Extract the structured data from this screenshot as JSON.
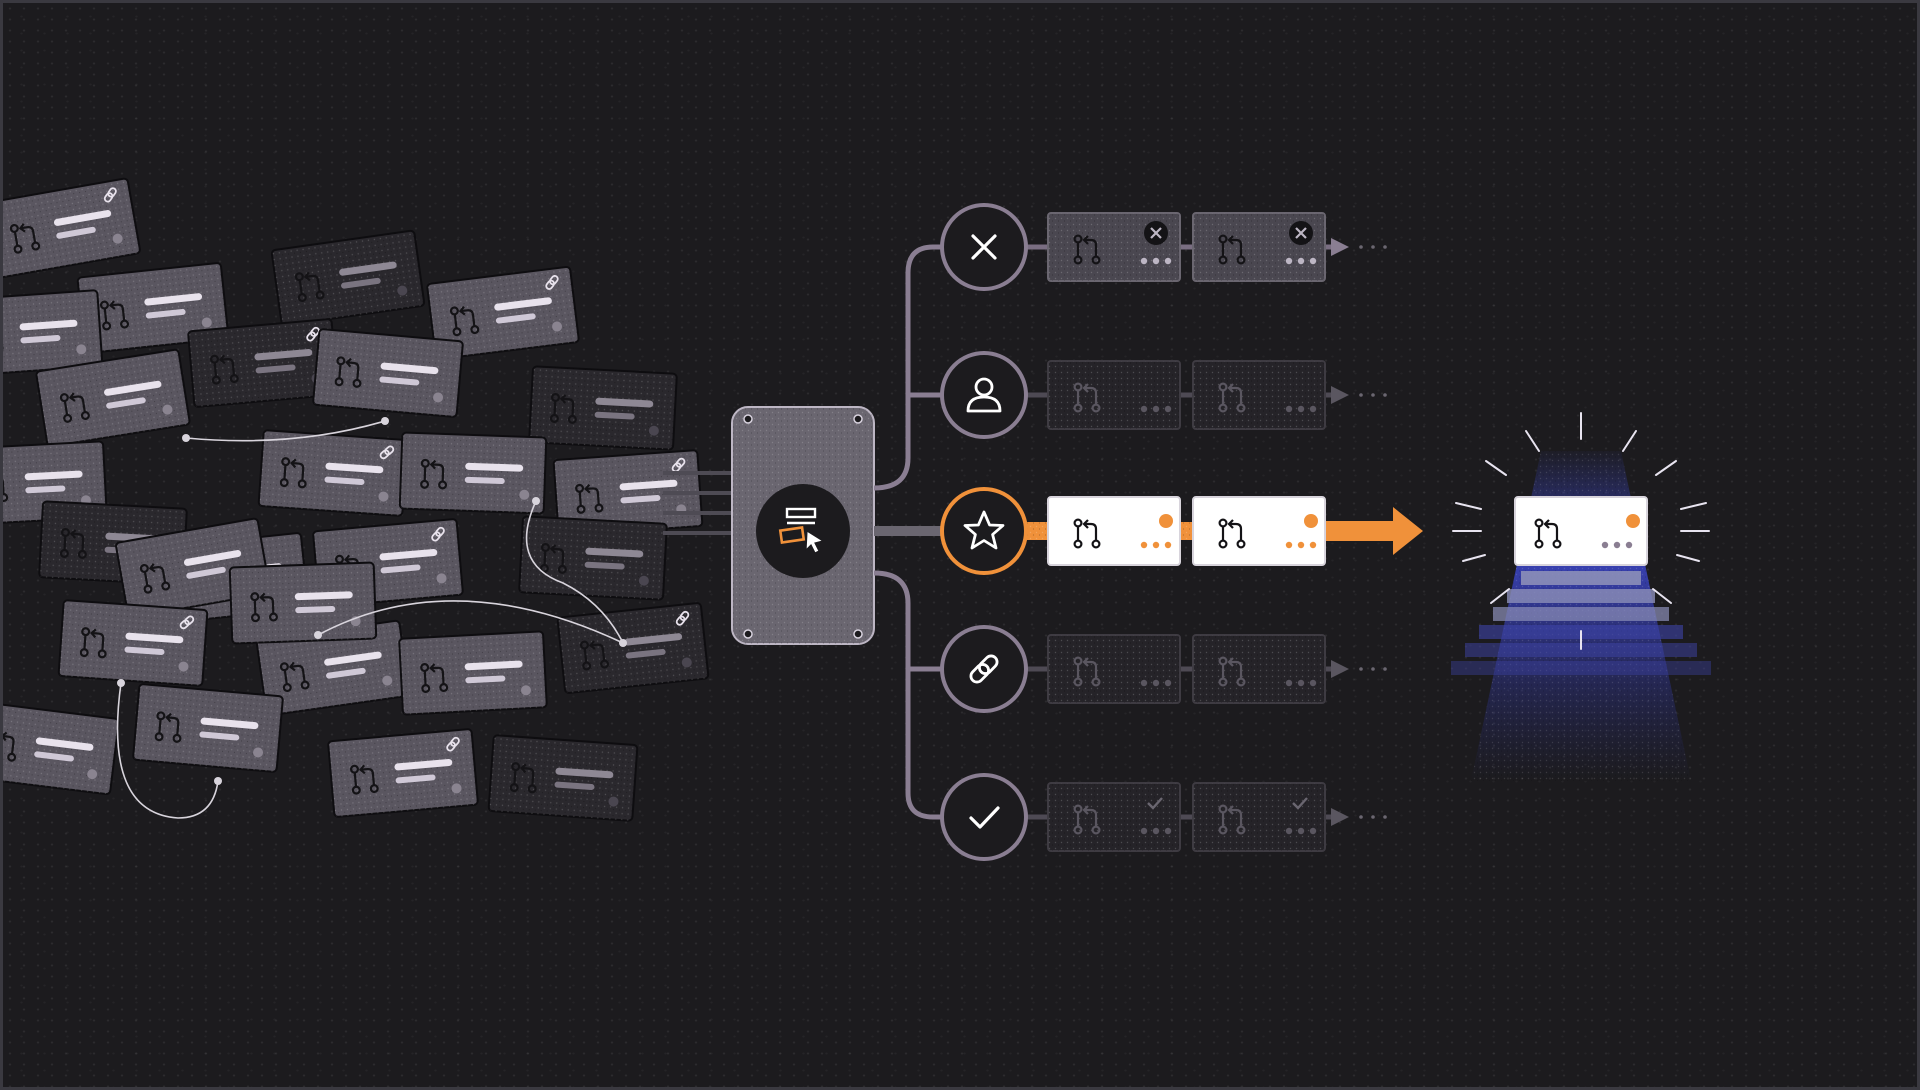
{
  "colors": {
    "background": "#1c1b1e",
    "accent": "#f0913a",
    "card_light": "#ffffff",
    "card_mid": "#5a5660",
    "card_dark": "#2a282d",
    "line": "#8a7e92",
    "beam": "#3c46c8"
  },
  "pile": {
    "description_icons": [
      "pull-request-icon",
      "link-icon",
      "status-dot"
    ]
  },
  "router": {
    "icon": "select-pointer-icon"
  },
  "lanes": [
    {
      "name": "closed",
      "icon": "x-icon",
      "badge": "x-badge-icon",
      "state": "dim"
    },
    {
      "name": "assigned",
      "icon": "user-icon",
      "badge": "dots",
      "state": "faded"
    },
    {
      "name": "starred",
      "icon": "star-icon",
      "badge": "orange-dot",
      "state": "highlight"
    },
    {
      "name": "linked",
      "icon": "link-icon",
      "badge": "dots",
      "state": "faded"
    },
    {
      "name": "approved",
      "icon": "check-icon",
      "badge": "check-badge-icon",
      "state": "faded"
    }
  ],
  "target": {
    "icon": "pull-request-icon",
    "badge": "orange-dot"
  }
}
